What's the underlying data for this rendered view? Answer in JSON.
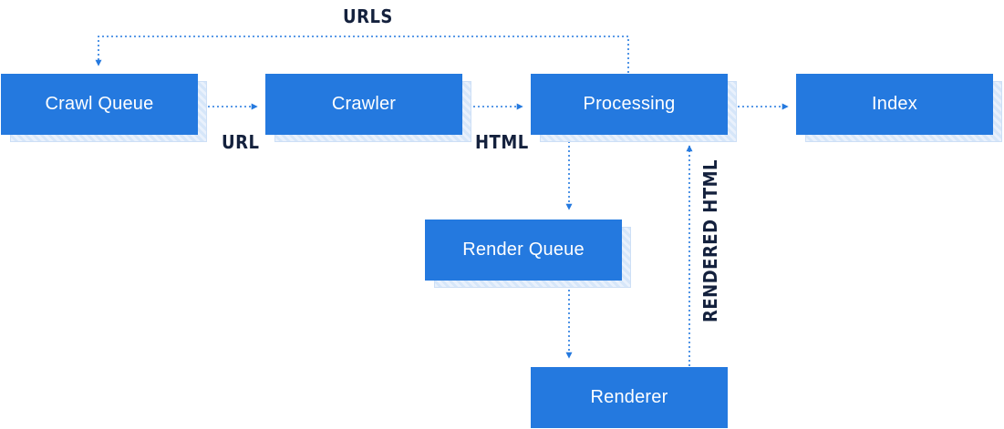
{
  "nodes": {
    "crawl_queue": "Crawl Queue",
    "crawler": "Crawler",
    "processing": "Processing",
    "index": "Index",
    "render_queue": "Render Queue",
    "renderer": "Renderer"
  },
  "edge_labels": {
    "urls": "URLS",
    "url": "URL",
    "html": "HTML",
    "rendered_html": "RENDERED HTML"
  },
  "colors": {
    "node_fill": "#2479df",
    "connector": "#2479df",
    "label_text": "#14213d"
  }
}
